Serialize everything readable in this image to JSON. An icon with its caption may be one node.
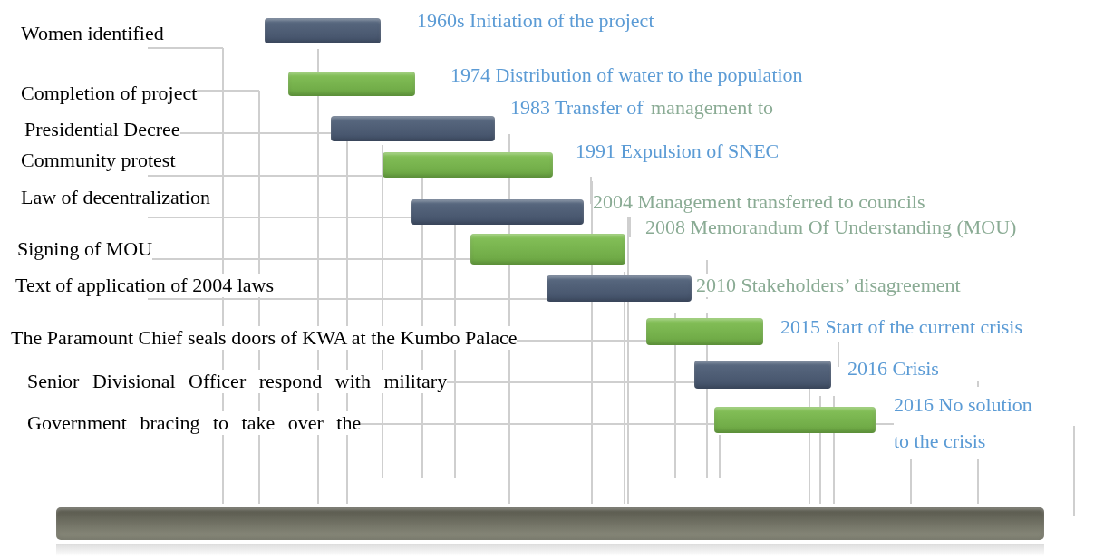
{
  "diagram": {
    "nodes": [
      {
        "text": [],
        "shape": "bar",
        "beside": [
          "1960s Initiation of the project"
        ]
      },
      {
        "text": [],
        "shape": "bar",
        "beside": [
          "1974 Distribution of water to the population"
        ]
      },
      {
        "text": [],
        "shape": "bar",
        "beside": [
          "1983 Transfer of",
          "management to"
        ]
      },
      {
        "text": [],
        "shape": "bar",
        "beside": [
          "1991 Expulsion of SNEC"
        ]
      },
      {
        "text": [],
        "shape": "bar",
        "beside": [
          "2004 Management transferred to councils"
        ]
      },
      {
        "text": [],
        "shape": "bar",
        "beside": [
          "2008 Memorandum Of Understanding (MOU)"
        ]
      },
      {
        "text": [],
        "shape": "bar",
        "beside": [
          "2010 Stakeholders’ disagreement"
        ]
      },
      {
        "text": [],
        "shape": "bar",
        "beside": [
          "2015 Start of the current crisis"
        ]
      },
      {
        "text": [],
        "shape": "bar",
        "beside": [
          "2016 Crisis"
        ]
      },
      {
        "text": [],
        "shape": "bar",
        "beside": [
          "2016 No solution to the crisis"
        ]
      },
      {
        "text": [],
        "shape": "bar"
      }
    ],
    "labels": [
      "Women identified",
      "Completion of project",
      "Presidential Decree",
      "Community protest",
      "Law of decentralization",
      "Signing of MOU",
      "Text of application of 2004 laws",
      "The Paramount Chief seals doors of KWA at the Kumbo Palace",
      "Senior Divisional Officer respond with military",
      "Government bracing to take over the"
    ]
  }
}
